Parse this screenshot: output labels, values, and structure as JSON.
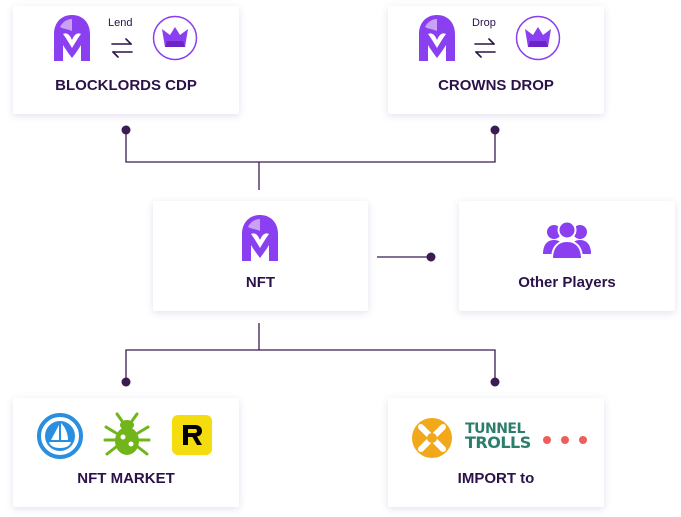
{
  "cards": {
    "blocklords_cdp": {
      "title": "BLOCKLORDS CDP",
      "arrow_label": "Lend"
    },
    "crowns_drop": {
      "title": "CROWNS DROP",
      "arrow_label": "Drop"
    },
    "nft": {
      "title": "NFT"
    },
    "other_players": {
      "title": "Other Players"
    },
    "nft_market": {
      "title": "NFT MARKET"
    },
    "import_to": {
      "title": "IMPORT to",
      "tunnel_trolls_logo_text": [
        "TUNNEL",
        "TROLLS"
      ]
    }
  },
  "icons": {
    "helmet": "purple-helmet-icon",
    "crown": "crown-icon",
    "exchange": "exchange-arrows-icon",
    "players": "players-group-icon",
    "opensea": "opensea-icon",
    "bug": "bug-icon",
    "rarible": "rarible-icon",
    "cross": "cross-badge-icon",
    "more": "more-dots-icon"
  },
  "colors": {
    "purple": "#8a3ff0",
    "purple_light": "#c9a2f5",
    "title": "#2b1248",
    "connector": "#3c1b53",
    "opensea": "#2a8fe0",
    "bug": "#72b51b",
    "rarible": "#f5dc0f",
    "cross": "#f1a81a",
    "tunnel": "#2c7e6c",
    "dots": "#f05d5d"
  }
}
